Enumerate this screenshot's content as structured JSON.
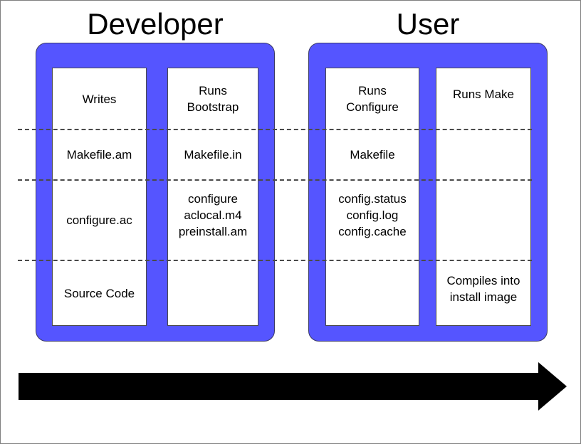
{
  "diagram": {
    "title_developer": "Developer",
    "title_user": "User",
    "accent_color": "#5555FF",
    "arrow_color": "#000000",
    "background_color": "#FFFFFF",
    "groups": [
      {
        "name": "Developer",
        "label": "Developer",
        "columns": [
          {
            "name": "writes",
            "cells": {
              "action": "Writes",
              "makefile": "Makefile.am",
              "files": "configure.ac",
              "build": "Source Code"
            }
          },
          {
            "name": "runs-bootstrap",
            "cells": {
              "action": "Runs\nBootstrap",
              "makefile": "Makefile.in",
              "files": "configure\naclocal.m4\npreinstall.am",
              "build": ""
            }
          }
        ]
      },
      {
        "name": "User",
        "label": "User",
        "columns": [
          {
            "name": "runs-configure",
            "cells": {
              "action": "Runs\nConfigure",
              "makefile": "Makefile",
              "files": "config.status\nconfig.log\nconfig.cache",
              "build": ""
            }
          },
          {
            "name": "runs-make",
            "cells": {
              "action": "Runs Make",
              "makefile": "",
              "files": "",
              "build": "Compiles into\ninstall image"
            }
          }
        ]
      }
    ],
    "cells": {
      "writes_action": "Writes",
      "writes_makefile": "Makefile.am",
      "writes_files": "configure.ac",
      "writes_build": "Source Code",
      "bootstrap_action": "Runs\nBootstrap",
      "bootstrap_makefile": "Makefile.in",
      "bootstrap_files": "configure\naclocal.m4\npreinstall.am",
      "bootstrap_build": "",
      "configure_action": "Runs\nConfigure",
      "configure_makefile": "Makefile",
      "configure_files": "config.status\nconfig.log\nconfig.cache",
      "configure_build": "",
      "make_action": "Runs Make",
      "make_makefile": "",
      "make_files": "",
      "make_build": "Compiles into\ninstall image"
    }
  }
}
